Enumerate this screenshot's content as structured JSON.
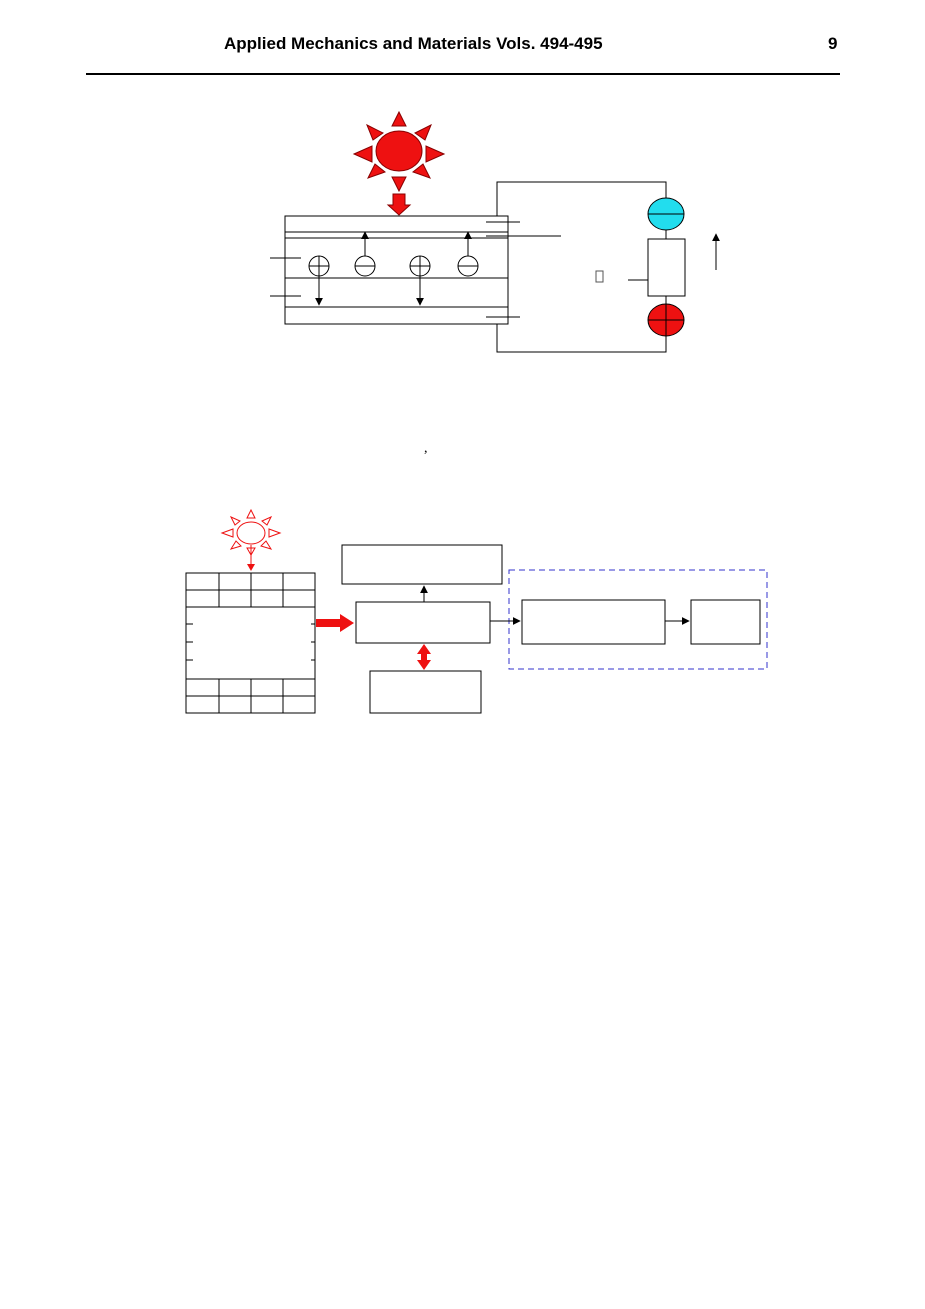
{
  "header": {
    "title": "Applied Mechanics and Materials Vols. 494-495",
    "page_number": "9"
  },
  "body": {
    "comma": ","
  },
  "colors": {
    "sun_red": "#ee1111",
    "anode_cyan": "#22ddee",
    "cathode_red": "#ee1111",
    "arrow_red": "#ee1111",
    "dashed_blue": "#3333cc"
  },
  "figures": {
    "top": "solar-cell-circuit-diagram",
    "bottom": "photovoltaic-system-block-diagram"
  }
}
